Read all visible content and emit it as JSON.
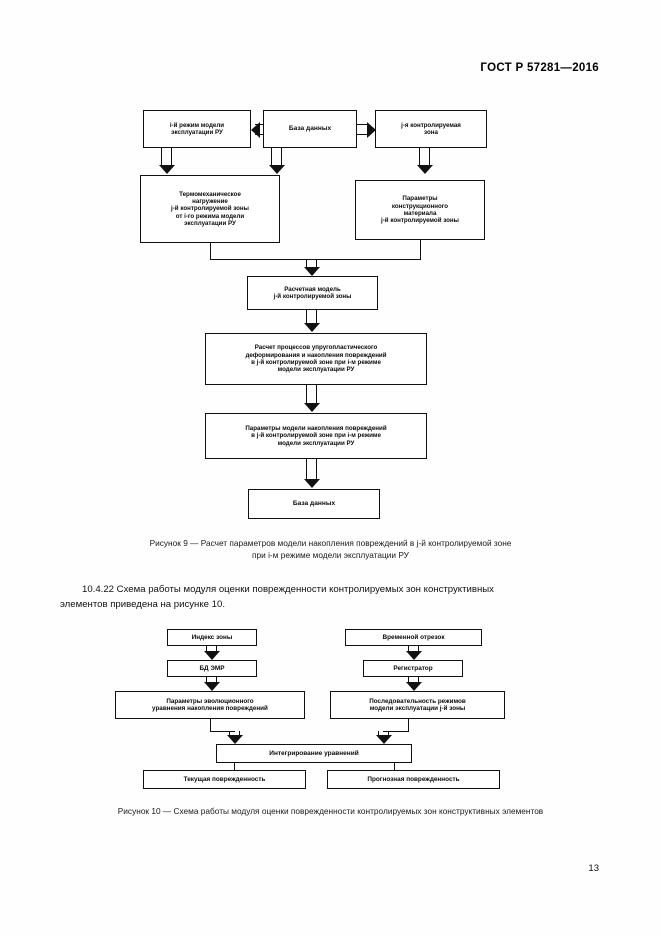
{
  "document": {
    "header": "ГОСТ Р 57281—2016",
    "page_number": "13"
  },
  "figure9": {
    "caption_line1": "Рисунок 9 — Расчет параметров модели накопления повреждений в j-й контролируемой зоне",
    "caption_line2": "при i-м режиме модели эксплуатации РУ",
    "boxes": {
      "mode": {
        "line1": "i-й режим модели",
        "line2": "эксплуатации РУ"
      },
      "database_top": "База данных",
      "zone": {
        "line1": "j-я контролируемая",
        "line2": "зона"
      },
      "loading": {
        "line1": "Термомеханическое",
        "line2": "нагружение",
        "line3": "j-й контролируемой зоны",
        "line4": "от i-го режима модели",
        "line5": "эксплуатации РУ"
      },
      "material": {
        "line1": "Параметры",
        "line2": "конструкционного",
        "line3": "материала",
        "line4": "j-й контролируемой зоны"
      },
      "calc_model": {
        "line1": "Расчетная модель",
        "line2": "j-й контролируемой зоны"
      },
      "process_calc": {
        "line1": "Расчет процессов упругопластического",
        "line2": "деформирования и накопления повреждений",
        "line3": "в j-й контролируемой зоне при i-м режиме",
        "line4": "модели эксплуатации РУ"
      },
      "damage_params": {
        "line1": "Параметры модели накопления повреждений",
        "line2": "в j-й контролируемой зоне при i-м режиме",
        "line3": "модели эксплуатации РУ"
      },
      "database_bottom": "База данных"
    }
  },
  "paragraph": {
    "number": "10.4.22",
    "text": "10.4.22  Схема  работы  модуля  оценки  поврежденности  контролируемых  зон  конструктивных",
    "text_line2": "элементов приведена на рисунке 10."
  },
  "figure10": {
    "caption": "Рисунок 10 — Схема работы модуля оценки поврежденности контролируемых зон конструктивных элементов",
    "boxes": {
      "zone_index": "Индекс зоны",
      "time_slice": "Временной отрезок",
      "db_emr": "БД ЭМР",
      "registrar": "Регистратор",
      "evolution_params": {
        "line1": "Параметры эволюционного",
        "line2": "уравнения накопления повреждений"
      },
      "mode_sequence": {
        "line1": "Последовательность режимов",
        "line2": "модели эксплуатации j-й зоны"
      },
      "integration": "Интегрирование уравнений",
      "current_damage": "Текущая поврежденность",
      "forecast_damage": "Прогнозная поврежденность"
    }
  }
}
